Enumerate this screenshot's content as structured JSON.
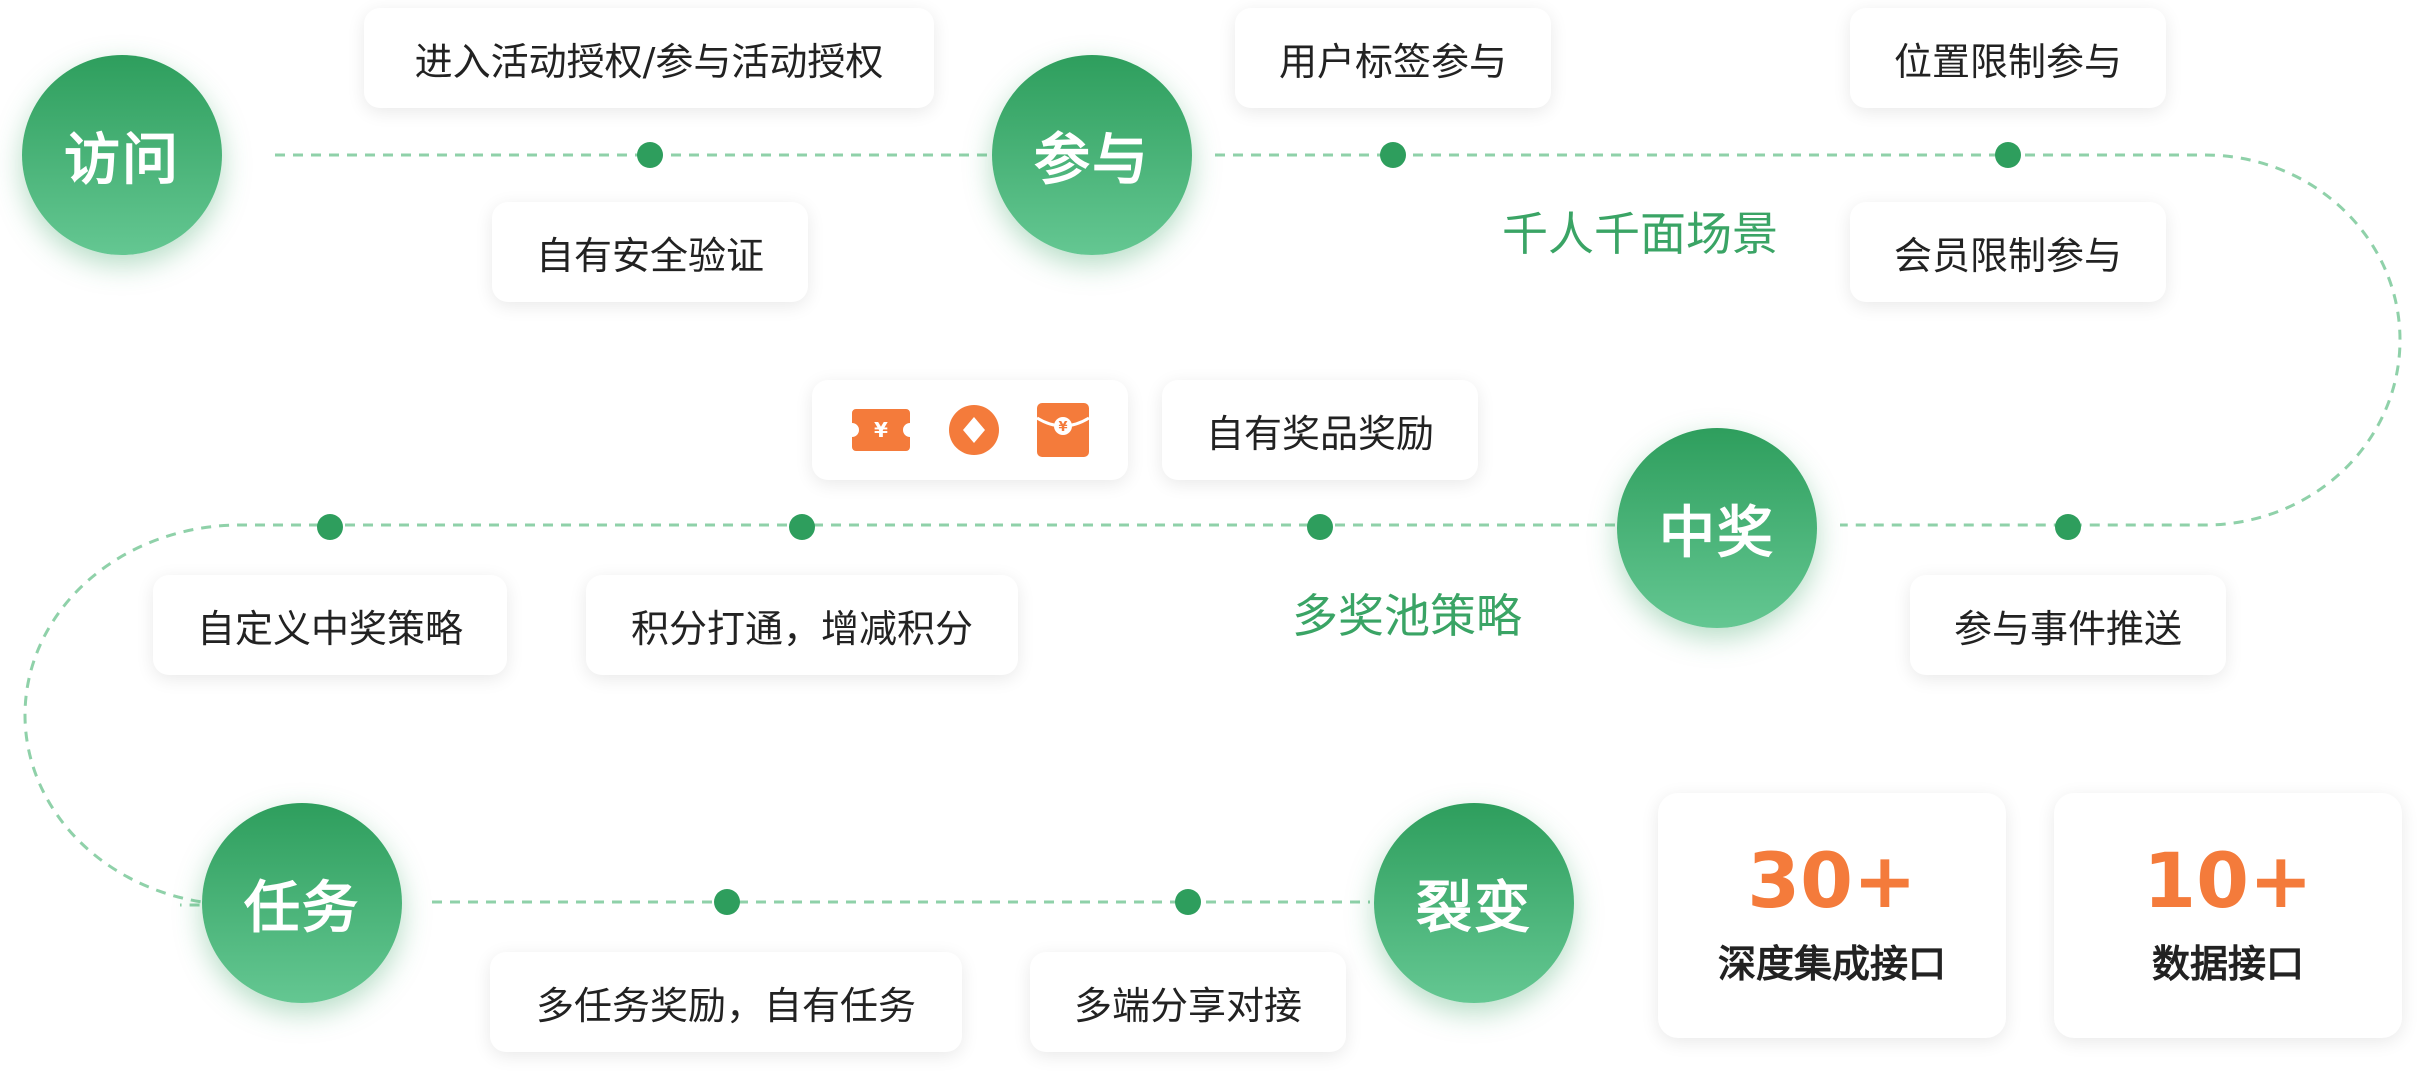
{
  "colors": {
    "green": "#2e9e5d",
    "green_light": "#64c792",
    "orange": "#f47b3b",
    "dashed_line": "#8fd1a9"
  },
  "stages": {
    "visit": "访问",
    "join": "参与",
    "win": "中奖",
    "task": "任务",
    "fission": "裂变"
  },
  "visit_features": {
    "authorization": "进入活动授权/参与活动授权",
    "security": "自有安全验证"
  },
  "join_features": {
    "user_tags": "用户标签参与",
    "location_limit": "位置限制参与",
    "member_limit": "会员限制参与",
    "scene_label": "千人千面场景"
  },
  "win_features": {
    "event_push": "参与事件推送",
    "own_prizes": "自有奖品奖励",
    "prize_icons": [
      "coupon-icon",
      "coin-icon",
      "red-envelope-icon"
    ],
    "scene_label": "多奖池策略",
    "points": "积分打通，增减积分",
    "custom_strategy": "自定义中奖策略"
  },
  "task_features": {
    "multi_task": "多任务奖励，自有任务",
    "share": "多端分享对接"
  },
  "stats": [
    {
      "value": "30+",
      "label": "深度集成接口"
    },
    {
      "value": "10+",
      "label": "数据接口"
    }
  ]
}
